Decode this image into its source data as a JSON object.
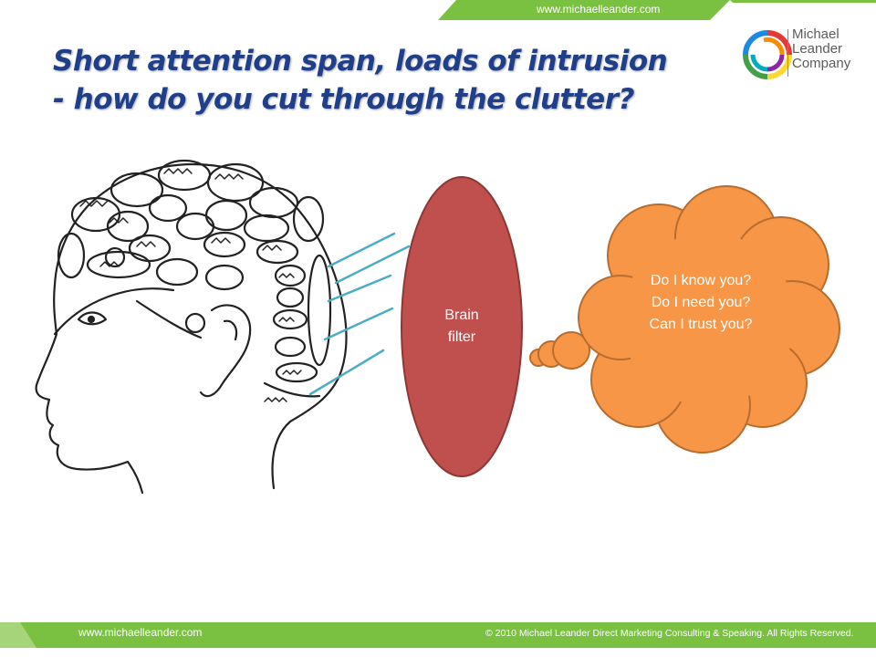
{
  "header": {
    "url": "www.michaelleander.com",
    "title_line1": "Short attention span, loads of intrusion",
    "title_line2": "- how do you cut through the clutter?"
  },
  "logo": {
    "line1": "Michael",
    "line2": "Leander",
    "line3": "Company"
  },
  "diagram": {
    "filter_line1": "Brain",
    "filter_line2": "filter",
    "thought_lines": [
      "Do I know you?",
      "Do I need you?",
      "Can I trust you?"
    ]
  },
  "footer": {
    "url": "www.michaelleander.com",
    "copyright": "© 2010 Michael Leander Direct Marketing Consulting & Speaking. All Rights Reserved."
  },
  "colors": {
    "green": "#7ac142",
    "title_blue": "#1f3f8a",
    "filter_red": "#c0504d",
    "bubble_orange": "#f79646"
  }
}
